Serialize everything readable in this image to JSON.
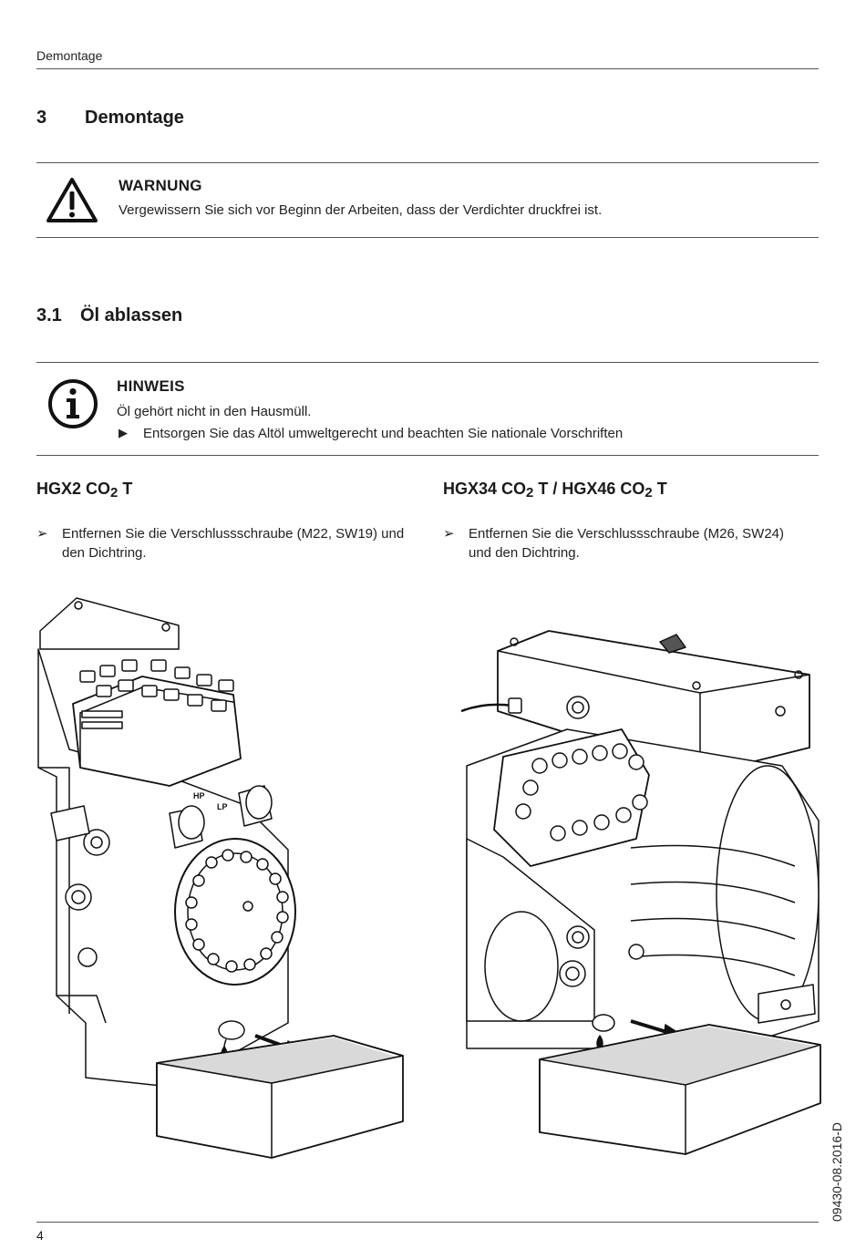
{
  "header": {
    "running_title": "Demontage"
  },
  "section": {
    "number": "3",
    "title": "Demontage"
  },
  "warning": {
    "icon": "warning-triangle-icon",
    "title": "WARNUNG",
    "text": "Vergewissern Sie sich vor Beginn der Arbeiten, dass der Verdichter druckfrei ist."
  },
  "subsection": {
    "number": "3.1",
    "title": "Öl ablassen"
  },
  "notice": {
    "icon": "info-icon",
    "title": "HINWEIS",
    "text": "Öl gehört nicht in den Hausmüll.",
    "step_marker": "▶",
    "step": "Entsorgen Sie das Altöl umweltgerecht und beachten Sie nationale Vorschriften"
  },
  "columns": [
    {
      "heading_parts": [
        "HGX2 CO",
        "2",
        " T"
      ],
      "bullet_marker": "➢",
      "instruction_line1": "Entfernen Sie die Verschlussschraube (M22, SW19) und",
      "instruction_line2": "den Dichtring."
    },
    {
      "heading_parts": [
        "HGX34 CO",
        "2",
        " T / HGX46 CO",
        "2",
        " T"
      ],
      "bullet_marker": "➢",
      "instruction_line1": "Entfernen Sie die Verschlussschraube (M26, SW24)",
      "instruction_line2": "und den Dichtring."
    }
  ],
  "figure_labels": {
    "hp": "HP",
    "lp": "LP"
  },
  "footer": {
    "page_number": "4",
    "doc_code": "09430-08.2016-D"
  }
}
